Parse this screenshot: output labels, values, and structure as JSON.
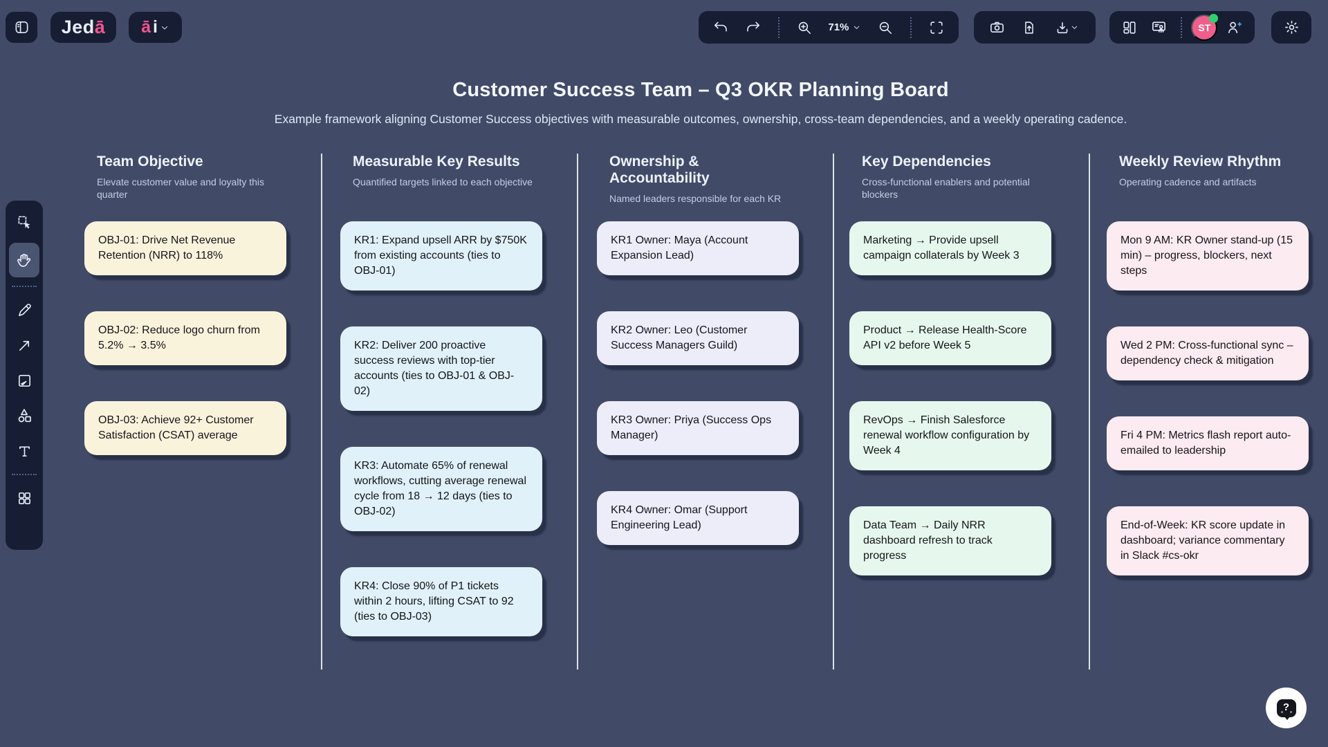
{
  "header": {
    "logo": {
      "main": "Jed",
      "accent": "ā"
    },
    "ai_button": {
      "accent": "ā",
      "suffix": "i"
    },
    "zoom_value": "71%",
    "avatar_initials": "ST"
  },
  "board": {
    "title": "Customer Success Team – Q3 OKR Planning Board",
    "subtitle": "Example framework aligning Customer Success objectives with measurable outcomes, ownership, cross-team dependencies, and a weekly operating cadence.",
    "columns": [
      {
        "title": "Team Objective",
        "subtitle": "Elevate customer value and loyalty this quarter",
        "note_color": "#faf3dc",
        "notes": [
          "OBJ-01: Drive Net Revenue Retention (NRR) to 118%",
          "OBJ-02: Reduce logo churn from 5.2% → 3.5%",
          "OBJ-03: Achieve 92+ Customer Satisfaction (CSAT) average"
        ]
      },
      {
        "title": "Measurable Key Results",
        "subtitle": "Quantified targets linked to each objective",
        "note_color": "#e0f1f9",
        "notes": [
          "KR1: Expand upsell ARR by $750K from existing accounts (ties to OBJ-01)",
          "KR2: Deliver 200 proactive success reviews with top-tier accounts (ties to OBJ-01 & OBJ-02)",
          "KR3: Automate 65% of renewal workflows, cutting average renewal cycle from 18 → 12 days (ties to OBJ-02)",
          "KR4: Close 90% of P1 tickets within 2 hours, lifting CSAT to 92 (ties to OBJ-03)"
        ]
      },
      {
        "title": "Ownership & Accountability",
        "subtitle": "Named leaders responsible for each KR",
        "note_color": "#edecf9",
        "notes": [
          "KR1 Owner: Maya (Account Expansion Lead)",
          "KR2 Owner: Leo (Customer Success Managers Guild)",
          "KR3 Owner: Priya (Success Ops Manager)",
          "KR4 Owner: Omar (Support Engineering Lead)"
        ]
      },
      {
        "title": "Key Dependencies",
        "subtitle": "Cross-functional enablers and potential blockers",
        "note_color": "#e6f8ee",
        "notes": [
          "Marketing → Provide upsell campaign collaterals by Week 3",
          "Product → Release Health-Score API v2 before Week 5",
          "RevOps → Finish Salesforce renewal workflow configuration by Week 4",
          "Data Team → Daily NRR dashboard refresh to track progress"
        ]
      },
      {
        "title": "Weekly Review Rhythm",
        "subtitle": "Operating cadence and artifacts",
        "note_color": "#fcebf0",
        "notes": [
          "Mon 9 AM: KR Owner stand-up (15 min) – progress, blockers, next steps",
          "Wed 2 PM: Cross-functional sync – dependency check & mitigation",
          "Fri 4 PM: Metrics flash report auto-emailed to leadership",
          "End-of-Week: KR score update in dashboard; variance commentary in Slack #cs-okr"
        ]
      }
    ]
  },
  "help": {
    "label": "?"
  },
  "icons": [
    "sidebar-toggle",
    "undo",
    "redo",
    "zoom-in",
    "chevron-down",
    "zoom-out",
    "fit-screen",
    "screenshot-camera",
    "upload-file",
    "download",
    "layout-panels",
    "present-mode",
    "invite-user",
    "settings-gear",
    "select-tool",
    "hand-tool",
    "pen-tool",
    "arrow-tool",
    "frame-tool",
    "shapes-tool",
    "text-tool",
    "apps-tool",
    "help-question"
  ],
  "colors": {
    "canvas": "#414b68",
    "pill": "#171e34",
    "accent_pink": "#f2548c",
    "avatar_pink": "#ef5f8e",
    "online_green": "#2fd06b",
    "invite_plus_blue": "#54aae9"
  }
}
